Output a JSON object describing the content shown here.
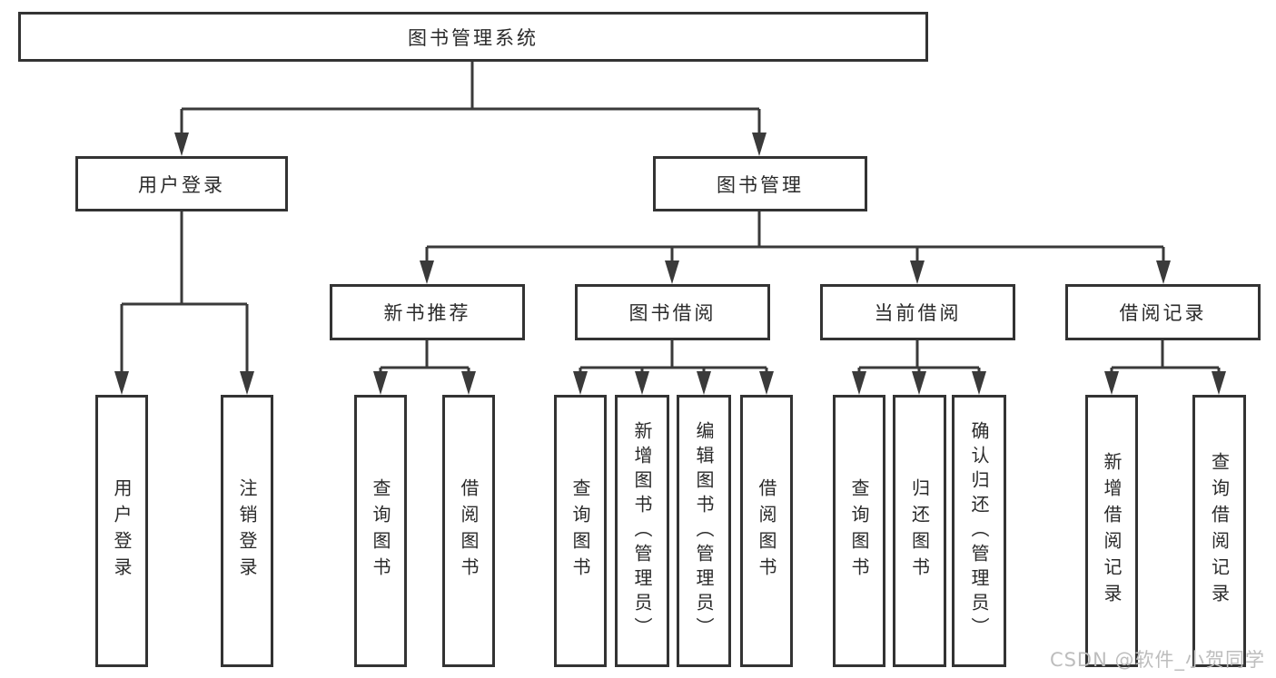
{
  "diagram": {
    "nodes": {
      "root": {
        "label": "图书管理系统"
      },
      "user_login": {
        "label": "用户登录"
      },
      "book_mgmt": {
        "label": "图书管理"
      },
      "new_book_rec": {
        "label": "新书推荐"
      },
      "book_borrow": {
        "label": "图书借阅"
      },
      "current_borrow": {
        "label": "当前借阅"
      },
      "borrow_record": {
        "label": "借阅记录"
      },
      "leaf_user_login": {
        "label": "用户登录"
      },
      "leaf_logout": {
        "label": "注销登录"
      },
      "leaf_query_book_rec": {
        "label": "查询图书"
      },
      "leaf_borrow_book_rec": {
        "label": "借阅图书"
      },
      "leaf_query_book_borrow": {
        "label": "查询图书"
      },
      "leaf_add_book": {
        "label": "新增图书（管理员）"
      },
      "leaf_edit_book": {
        "label": "编辑图书（管理员）"
      },
      "leaf_borrow_book_borrow": {
        "label": "借阅图书"
      },
      "leaf_query_book_current": {
        "label": "查询图书"
      },
      "leaf_return_book": {
        "label": "归还图书"
      },
      "leaf_confirm_return": {
        "label": "确认归还（管理员）"
      },
      "leaf_add_record": {
        "label": "新增借阅记录"
      },
      "leaf_query_record": {
        "label": "查询借阅记录"
      }
    },
    "edges": [
      {
        "from": "root",
        "to": "user_login"
      },
      {
        "from": "root",
        "to": "book_mgmt"
      },
      {
        "from": "user_login",
        "to": "leaf_user_login"
      },
      {
        "from": "user_login",
        "to": "leaf_logout"
      },
      {
        "from": "book_mgmt",
        "to": "new_book_rec"
      },
      {
        "from": "book_mgmt",
        "to": "book_borrow"
      },
      {
        "from": "book_mgmt",
        "to": "current_borrow"
      },
      {
        "from": "book_mgmt",
        "to": "borrow_record"
      },
      {
        "from": "new_book_rec",
        "to": "leaf_query_book_rec"
      },
      {
        "from": "new_book_rec",
        "to": "leaf_borrow_book_rec"
      },
      {
        "from": "book_borrow",
        "to": "leaf_query_book_borrow"
      },
      {
        "from": "book_borrow",
        "to": "leaf_add_book"
      },
      {
        "from": "book_borrow",
        "to": "leaf_edit_book"
      },
      {
        "from": "book_borrow",
        "to": "leaf_borrow_book_borrow"
      },
      {
        "from": "current_borrow",
        "to": "leaf_query_book_current"
      },
      {
        "from": "current_borrow",
        "to": "leaf_return_book"
      },
      {
        "from": "current_borrow",
        "to": "leaf_confirm_return"
      },
      {
        "from": "borrow_record",
        "to": "leaf_add_record"
      },
      {
        "from": "borrow_record",
        "to": "leaf_query_record"
      }
    ]
  },
  "watermark": {
    "text": "CSDN @软件_小贺同学"
  },
  "colors": {
    "line": "#3a3a3a",
    "border": "#333333",
    "text": "#2a2a2a",
    "watermark": "#bdbdbd",
    "background": "#ffffff"
  }
}
